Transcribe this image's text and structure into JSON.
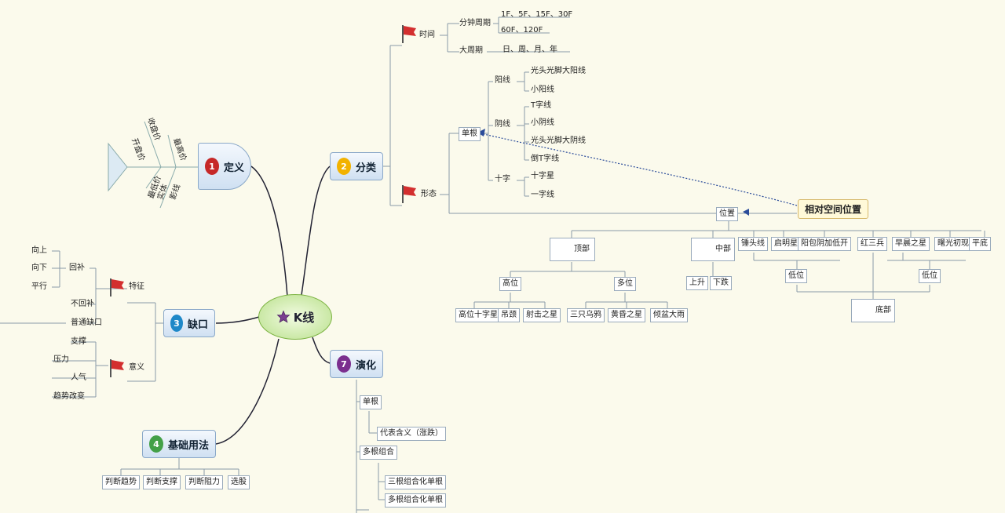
{
  "center": {
    "label": "K线",
    "icon": "star-icon"
  },
  "topics": {
    "definition": {
      "num": "1",
      "label": "定义"
    },
    "classification": {
      "num": "2",
      "label": "分类"
    },
    "evolution": {
      "num": "7",
      "label": "演化"
    },
    "basics": {
      "num": "4",
      "label": "基础用法"
    },
    "gap": {
      "num": "3",
      "label": "缺口"
    }
  },
  "fishbone": {
    "labels": [
      "收盘价",
      "开盘价",
      "最高价",
      "最低价",
      "实体",
      "影线"
    ]
  },
  "classify": {
    "time_flag": "时间",
    "time_small": "分钟周期",
    "time_small_values": [
      "1F、5F、15F、30F",
      "60F、120F"
    ],
    "time_big": "大周期",
    "time_big_values": "日、周、月、年",
    "shape_flag": "形态",
    "single": "单根",
    "yang": "阳线",
    "yin": "阴线",
    "cross": "十字",
    "yang_items": [
      "光头光脚大阳线",
      "小阳线"
    ],
    "yin_items": [
      "T字线",
      "小阴线",
      "光头光脚大阴线",
      "倒T字线"
    ],
    "cross_items": [
      "十字星",
      "一字线"
    ],
    "position_label": "位置",
    "callout": "相对空间位置",
    "top": "顶部",
    "bottom": "底部",
    "middle": "中部",
    "top_children": [
      "高位",
      "多位"
    ],
    "top_leaves": [
      "高位十字星",
      "吊颈",
      "射击之星",
      "三只乌鸦",
      "黄昏之星",
      "倾盆大雨"
    ],
    "middle_leaves": [
      "上升",
      "下跌"
    ],
    "bottom_leaves": [
      "锤头线",
      "启明星",
      "阳包阴加低开",
      "红三兵",
      "早晨之星",
      "曙光初现",
      "平底"
    ],
    "bottom_sub": [
      "低位",
      "低位"
    ]
  },
  "gap": {
    "left_flag": "特征",
    "left_items": [
      "向上",
      "向下",
      "平行",
      "回补",
      "不回补",
      "普通缺口"
    ],
    "right_flag": "意义",
    "right_items": [
      "支撑",
      "压力",
      "人气",
      "趋势改变"
    ]
  },
  "evolution": {
    "items": [
      "单根",
      "代表含义（涨跌）",
      "多根组合",
      "三根组合化单根",
      "多根组合化单根"
    ]
  },
  "basics": {
    "items": [
      "判断趋势",
      "判断支撑",
      "判断阻力",
      "选股"
    ]
  }
}
